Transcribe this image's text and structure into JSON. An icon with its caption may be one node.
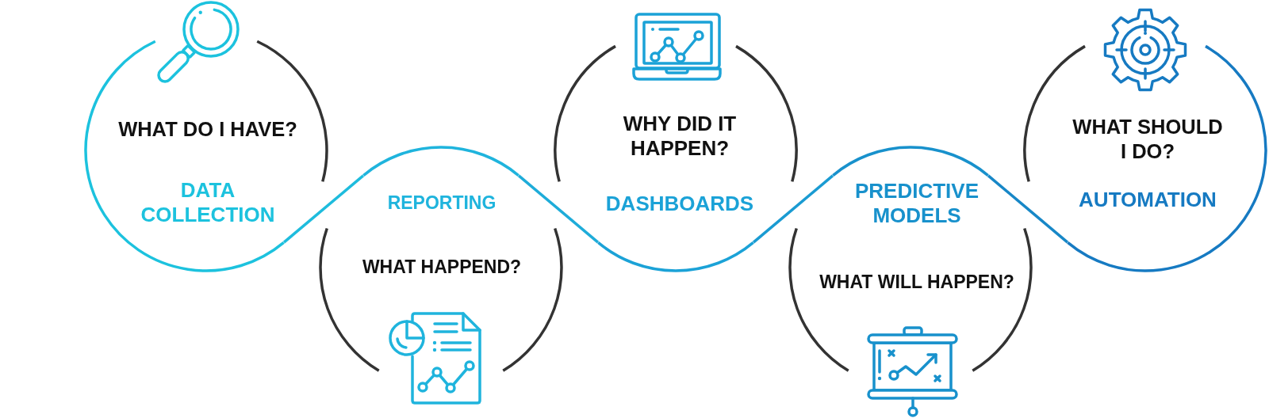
{
  "diagram": {
    "nodes": [
      {
        "text": [
          "WHAT DO I HAVE?",
          "DATA COLLECTION"
        ]
      },
      {
        "text": [
          "REPORTING",
          "WHAT HAPPEND?"
        ]
      },
      {
        "text": [
          "WHY DID IT HAPPEN?",
          "DASHBOARDS"
        ]
      },
      {
        "text": [
          "PREDICTIVE MODELS",
          "WHAT WILL HAPPEN?"
        ]
      },
      {
        "text": [
          "WHAT SHOULD I DO?",
          "AUTOMATION"
        ]
      }
    ],
    "edges": [
      {
        "from": 0,
        "to": 1,
        "arrow": "none",
        "color": "#1ebcdd"
      },
      {
        "from": 1,
        "to": 2,
        "arrow": "none",
        "color": "#1eacd9"
      },
      {
        "from": 2,
        "to": 3,
        "arrow": "none",
        "color": "#1a9bd2"
      },
      {
        "from": 3,
        "to": 4,
        "arrow": "none",
        "color": "#1787c7"
      }
    ]
  }
}
